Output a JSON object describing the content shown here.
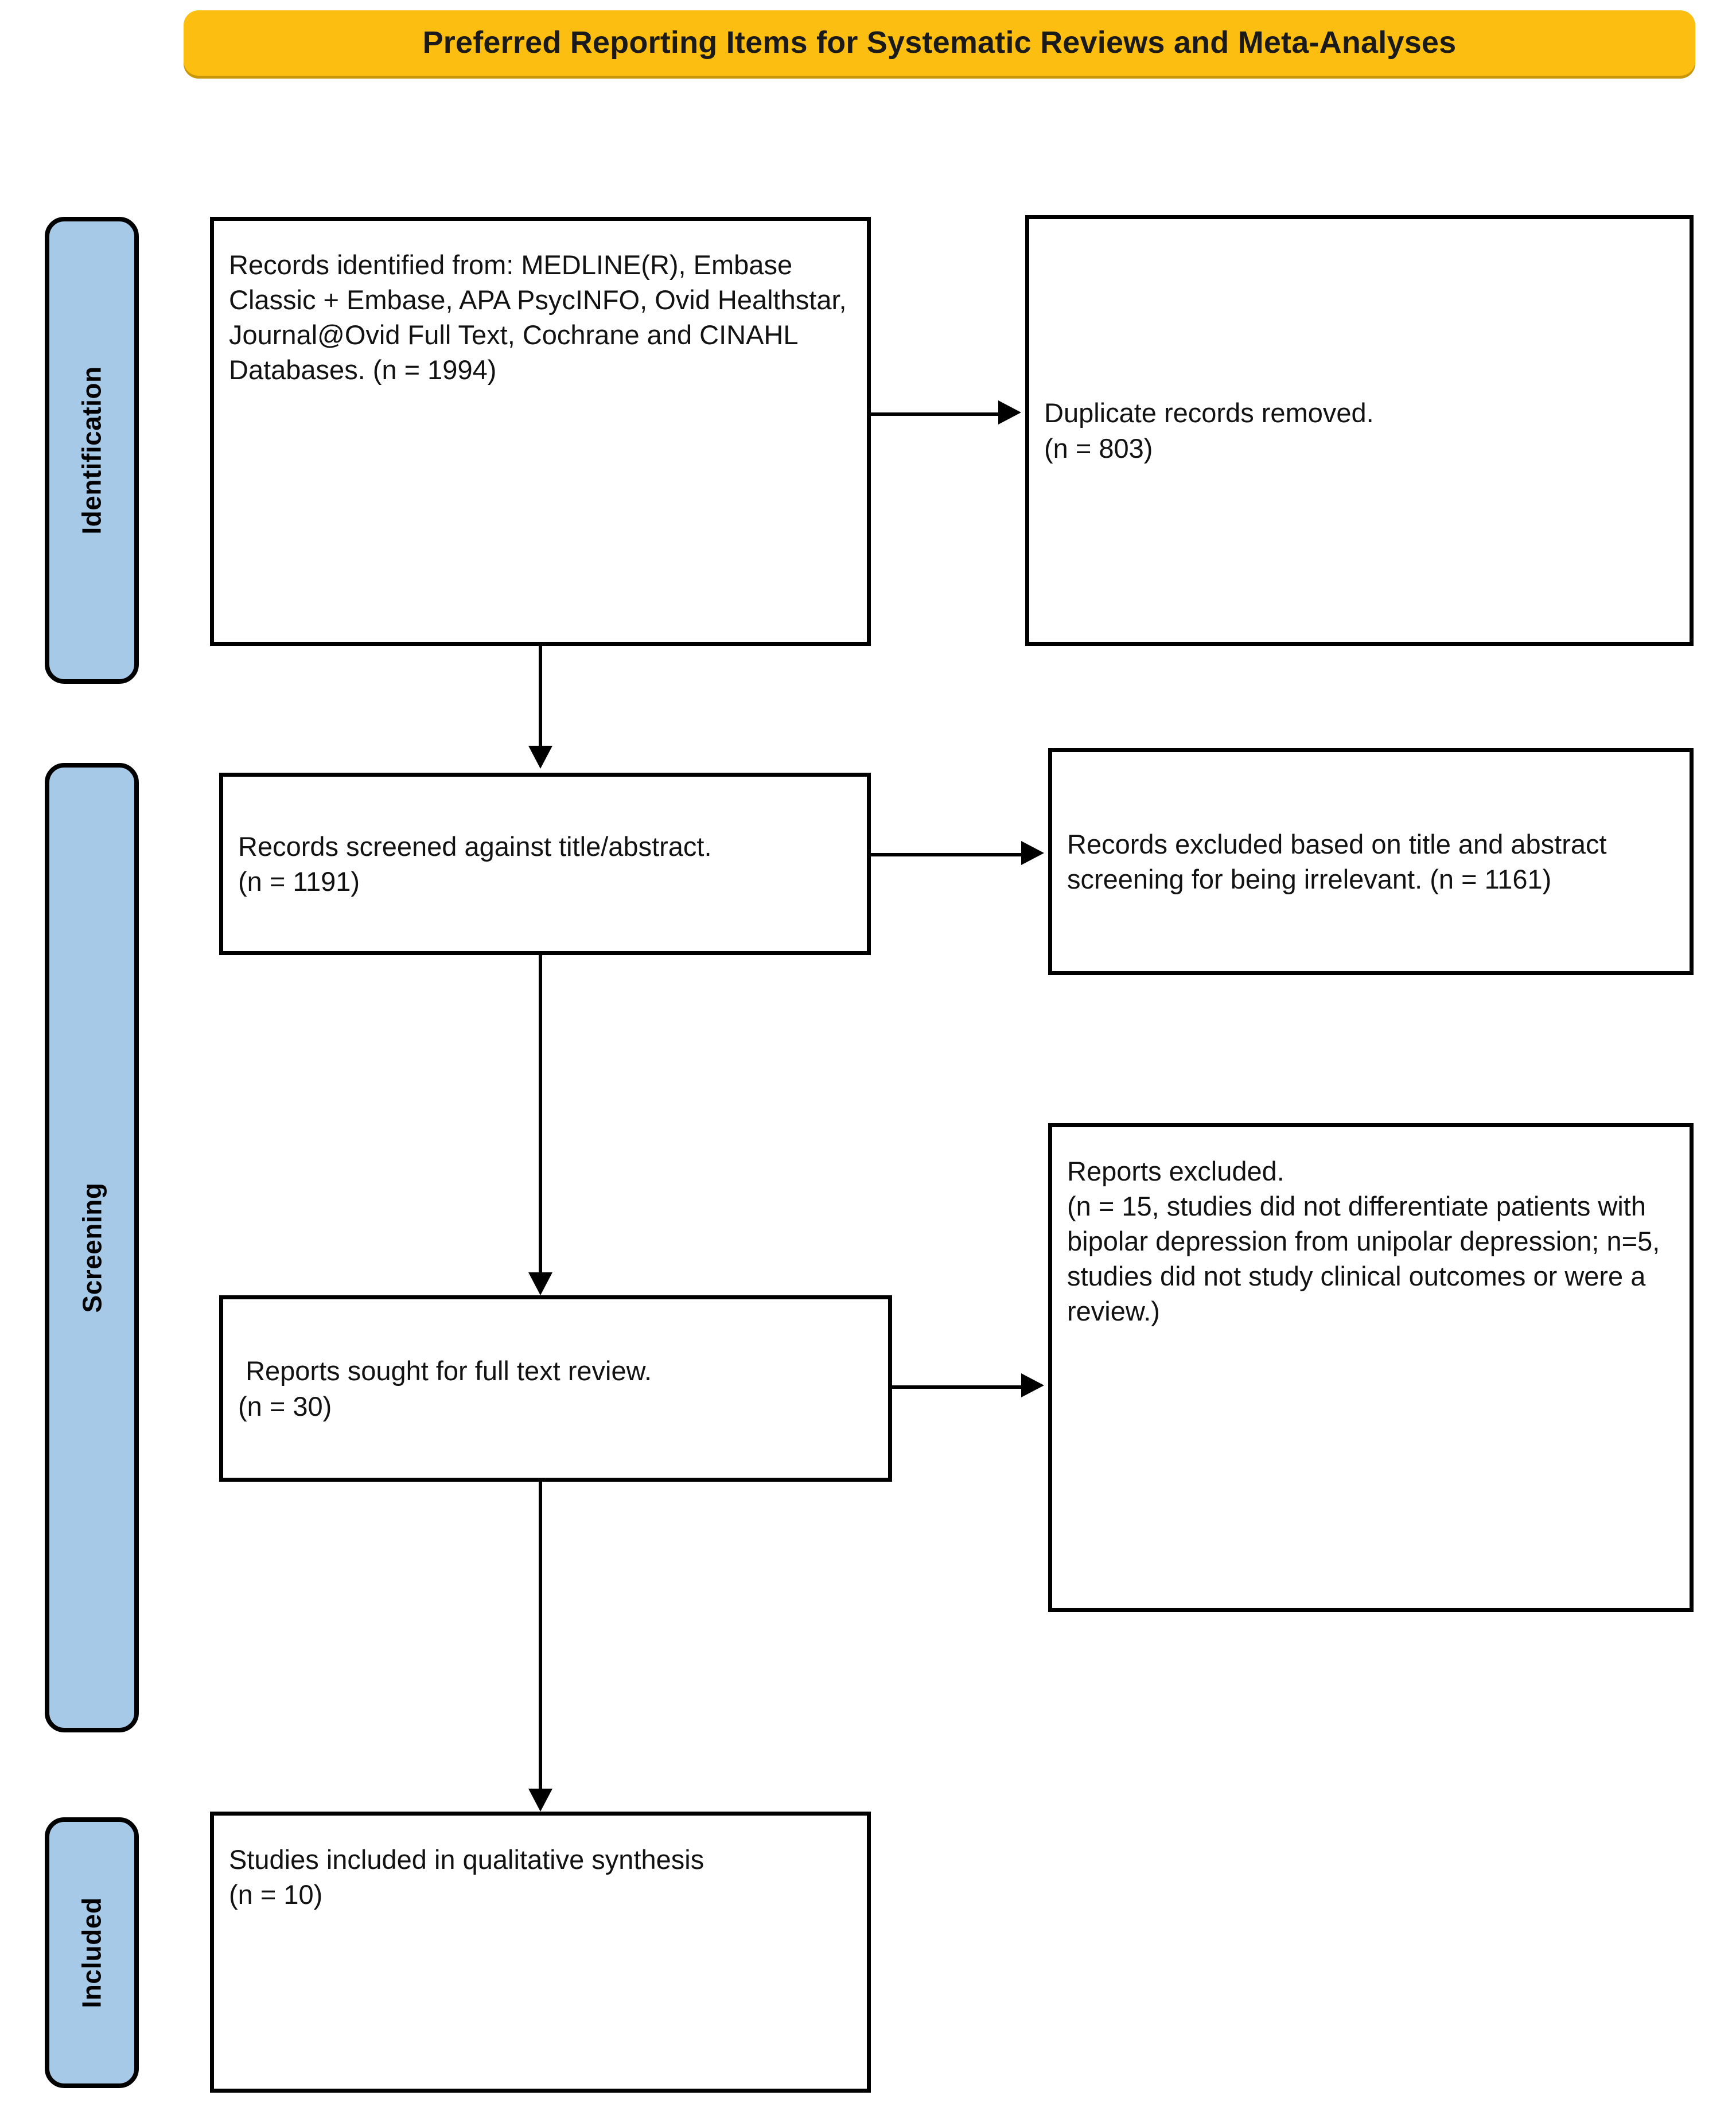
{
  "banner": {
    "title": "Preferred Reporting Items for Systematic Reviews and Meta-Analyses"
  },
  "phases": [
    {
      "label": "Identification"
    },
    {
      "label": "Screening"
    },
    {
      "label": "Included"
    }
  ],
  "boxes": {
    "records_identified": "Records identified from: MEDLINE(R), Embase Classic + Embase, APA PsycINFO, Ovid Healthstar, Journal@Ovid Full Text, Cochrane and CINAHL Databases. (n = 1994)",
    "duplicates_removed": "Duplicate records removed.\n(n = 803)",
    "records_screened": "Records screened against title/abstract.\n(n = 1191)",
    "records_excluded": "Records excluded based on title and abstract screening for being irrelevant. (n = 1161)",
    "reports_sought": " Reports sought for full text review.\n(n = 30)",
    "reports_excluded": "Reports excluded.\n(n = 15, studies did not differentiate patients with bipolar depression from unipolar depression; n=5, studies did not study clinical outcomes or were a review.)",
    "studies_included": "Studies included in qualitative synthesis\n(n = 10)"
  },
  "counts": {
    "identified": 1994,
    "duplicates_removed": 803,
    "screened": 1191,
    "excluded_title_abstract": 1161,
    "sought_full_text": 30,
    "excluded_no_differentiation": 15,
    "excluded_no_outcomes": 5,
    "included": 10
  },
  "colors": {
    "banner": "#fcbf11",
    "banner_shadow": "#c89606",
    "phase_fill": "#a6c9e8",
    "border": "#000000",
    "text": "#121212"
  }
}
